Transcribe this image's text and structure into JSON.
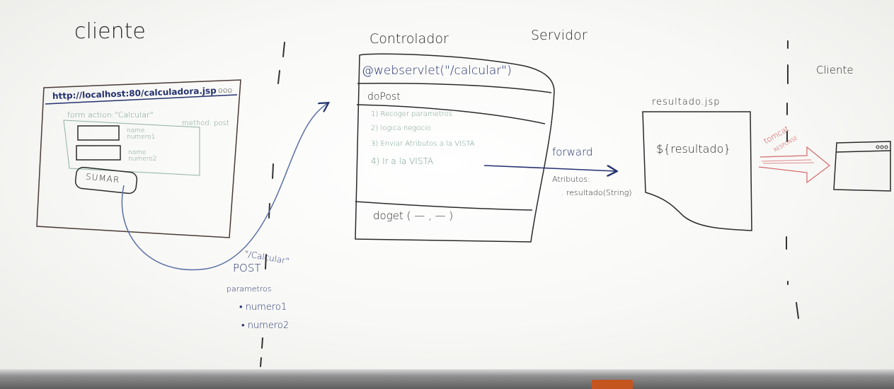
{
  "colors": {
    "board": "#fbfbf9",
    "black_marker": "#2a2a2a",
    "blue_marker": "#23316e",
    "green_marker": "#6f9a86",
    "red_marker": "#c63a3a"
  },
  "headings": {
    "cliente_left": "cliente",
    "controlador": "Controlador",
    "servidor": "Servidor",
    "cliente_right": "Cliente"
  },
  "browser": {
    "url": "http://localhost:80/calculadora.jsp",
    "dots": "ooo",
    "form_label": "form action:\"Calcular\"",
    "method_label": "method: post",
    "field1": "name numero1",
    "field2": "name numero2",
    "submit": "SUMAR"
  },
  "request": {
    "path": "\"/Calcular\"",
    "method": "POST",
    "params_title": "parametros",
    "params": [
      "numero1",
      "numero2"
    ]
  },
  "controller": {
    "annotation": "@webservlet(\"/calcular\")",
    "dopost": "doPost",
    "steps": [
      "1) Recoger parametros",
      "2) logica negocio",
      "3) Enviar Atributos a la VISTA",
      "4) Ir a la VISTA"
    ],
    "doget": "doget ( — , — )"
  },
  "forward": {
    "label": "forward",
    "attrs_title": "Atributos:",
    "attr": "resultado(String)"
  },
  "jsp": {
    "filename": "resultado.jsp",
    "expression": "${resultado}"
  },
  "response": {
    "tomcat": "tomcat",
    "label": "RESPONSE"
  }
}
